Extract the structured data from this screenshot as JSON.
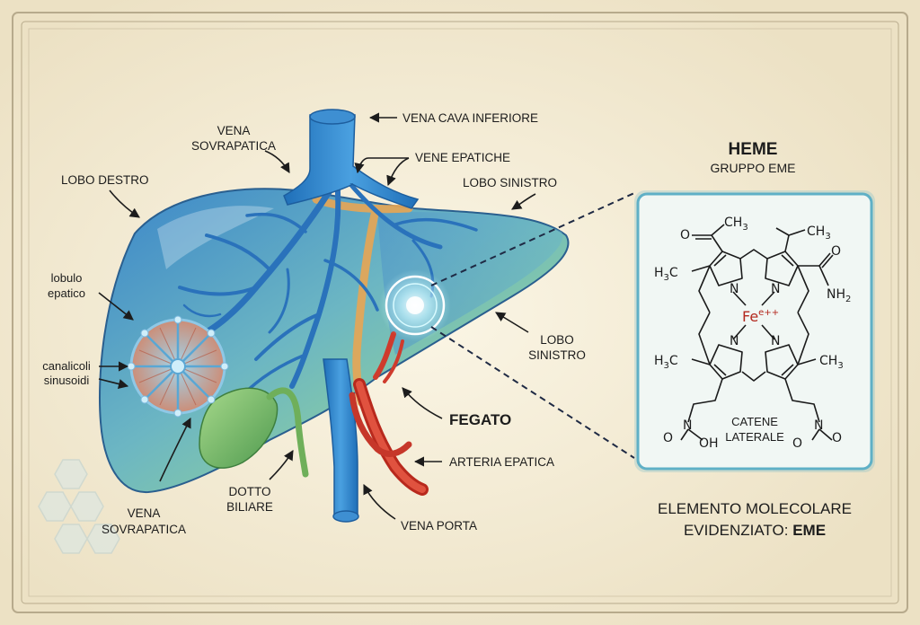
{
  "diagram": {
    "labels": {
      "vena_cava_inferiore": "VENA CAVA INFERIORE",
      "vena_sovrapatica_top_1": "VENA",
      "vena_sovrapatica_top_2": "SOVRAPATICA",
      "vene_epatiche": "VENE EPATICHE",
      "lobo_destro": "LOBO DESTRO",
      "lobo_sinistro_top": "LOBO SINISTRO",
      "lobulo_epatico_1": "lobulo",
      "lobulo_epatico_2": "epatico",
      "canalicoli": "canalicoli",
      "sinusoidi": "sinusoidi",
      "lobo_sinistro_mid_1": "LOBO",
      "lobo_sinistro_mid_2": "SINISTRO",
      "fegato": "FEGATO",
      "arteria_epatica": "ARTERIA EPATICA",
      "dotto_biliare_1": "DOTTO",
      "dotto_biliare_2": "BILIARE",
      "vena_sovrapatica_bottom_1": "VENA",
      "vena_sovrapatica_bottom_2": "SOVRAPATICA",
      "vena_porta": "VENA PORTA"
    },
    "heme_panel": {
      "title": "HEME",
      "subtitle": "GRUPPO EME",
      "fe": "Fe",
      "fe_charge": "e++",
      "n": "N",
      "o": "O",
      "ch3": "CH",
      "sub3": "3",
      "h3c": "H",
      "h3c_c": "C",
      "nh2": "NH",
      "sub2": "2",
      "oh": "OH",
      "catene_1": "CATENE",
      "catene_2": "LATERALE"
    },
    "caption": {
      "line1": "ELEMENTO MOLECOLARE",
      "line2_prefix": "EVIDENZIATO: ",
      "line2_highlight": "EME"
    }
  },
  "colors": {
    "parchment": "#efe6cf",
    "liver_blue": "#4f8fc4",
    "liver_green": "#8cc8a3",
    "vein_blue": "#2f7fc7",
    "artery_red": "#d13a2b",
    "bile_green": "#7fb86b",
    "panel_border": "#62b3c9",
    "fe_red": "#b3281e"
  }
}
